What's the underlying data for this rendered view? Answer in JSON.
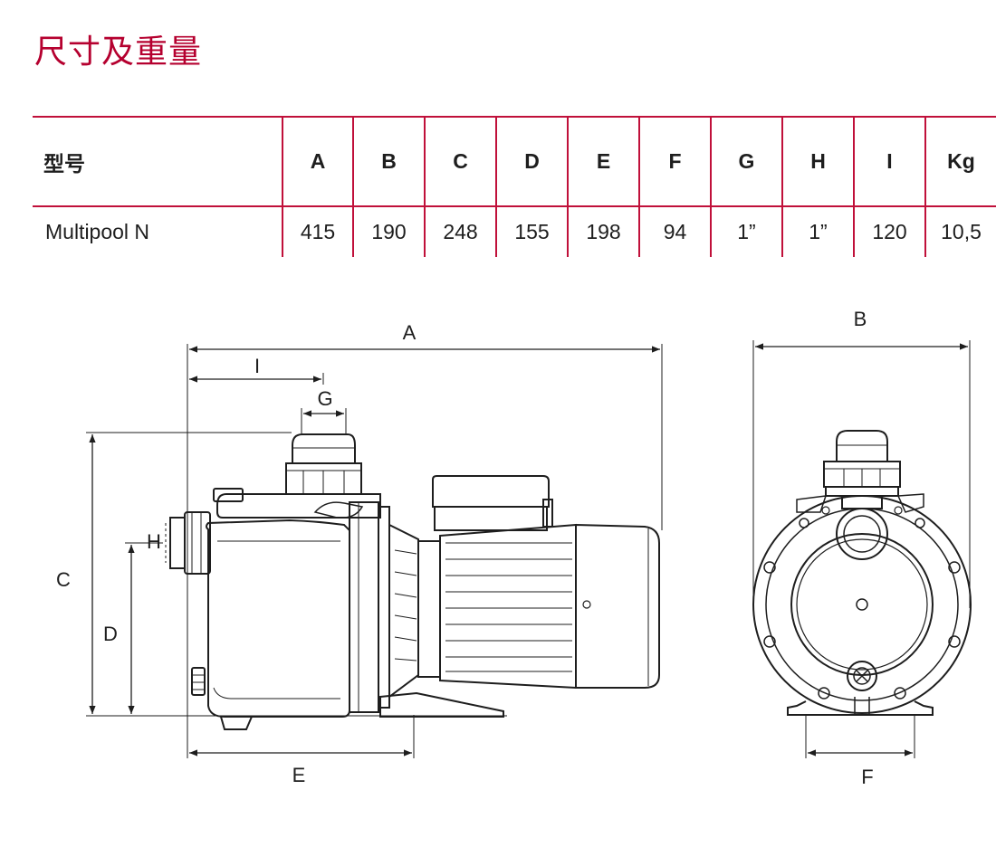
{
  "title": "尺寸及重量",
  "table": {
    "model_header": "型号",
    "columns": [
      "A",
      "B",
      "C",
      "D",
      "E",
      "F",
      "G",
      "H",
      "I",
      "Kg"
    ],
    "rows": [
      {
        "model": "Multipool N",
        "values": [
          "415",
          "190",
          "248",
          "155",
          "198",
          "94",
          "1”",
          "1”",
          "120",
          "10,5"
        ]
      }
    ]
  },
  "side_view": {
    "labels": {
      "A": "A",
      "I": "I",
      "G": "G",
      "C": "C",
      "D": "D",
      "H": "H",
      "E": "E"
    }
  },
  "front_view": {
    "labels": {
      "B": "B",
      "F": "F"
    }
  },
  "colors": {
    "accent": "#c0103a",
    "line": "#1e1e1e"
  }
}
